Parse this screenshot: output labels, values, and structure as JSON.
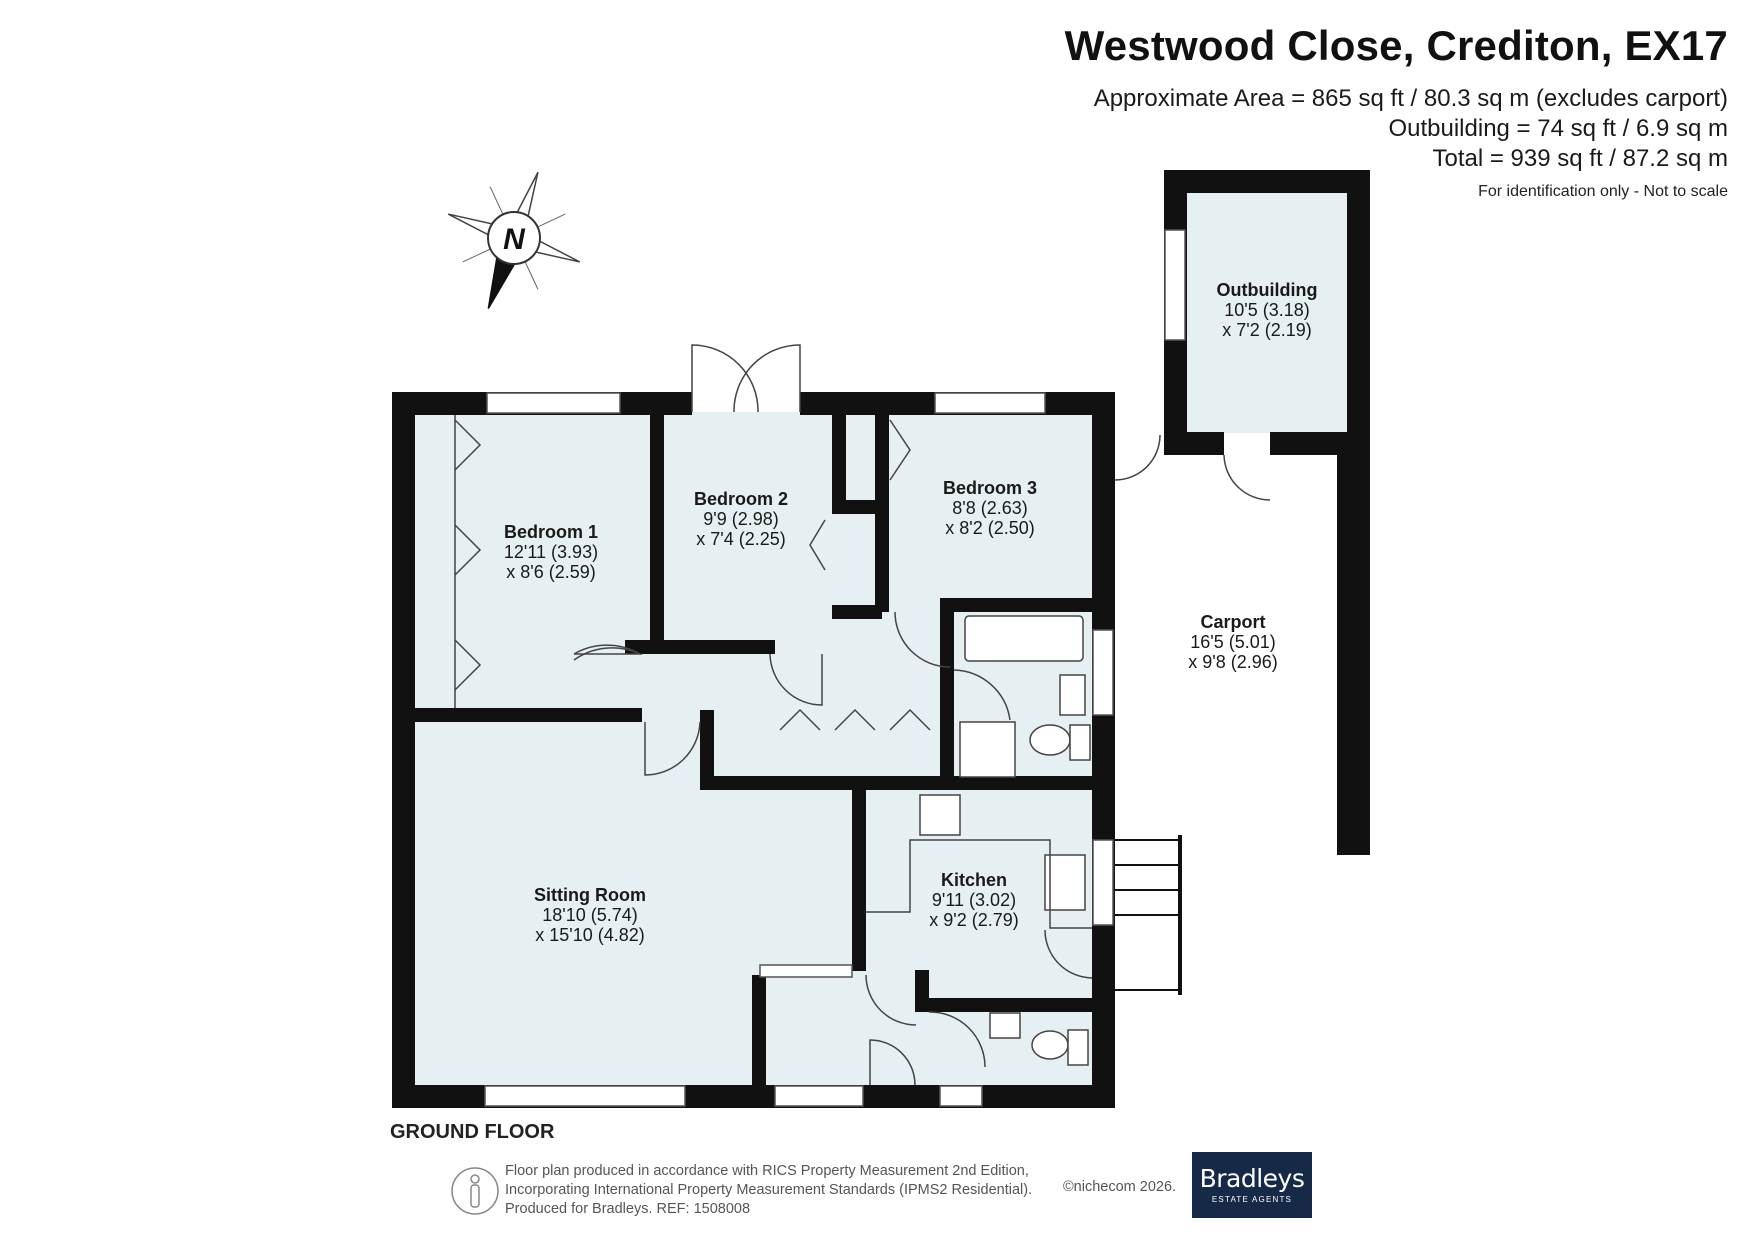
{
  "header": {
    "title": "Westwood Close, Crediton, EX17",
    "area_lines": [
      "Approximate Area = 865 sq ft / 80.3 sq m (excludes carport)",
      "Outbuilding = 74 sq ft / 6.9 sq m",
      "Total = 939 sq ft / 87.2 sq m"
    ],
    "disclaimer": "For identification only - Not to scale"
  },
  "compass": {
    "label": "N",
    "icon": "north-compass-icon"
  },
  "rooms": {
    "bedroom1": {
      "name": "Bedroom 1",
      "dim1": "12'11 (3.93)",
      "dim2": "x 8'6 (2.59)"
    },
    "bedroom2": {
      "name": "Bedroom 2",
      "dim1": "9'9 (2.98)",
      "dim2": "x 7'4 (2.25)"
    },
    "bedroom3": {
      "name": "Bedroom 3",
      "dim1": "8'8 (2.63)",
      "dim2": "x 8'2 (2.50)"
    },
    "sitting": {
      "name": "Sitting Room",
      "dim1": "18'10 (5.74)",
      "dim2": "x 15'10 (4.82)"
    },
    "kitchen": {
      "name": "Kitchen",
      "dim1": "9'11 (3.02)",
      "dim2": "x 9'2 (2.79)"
    },
    "carport": {
      "name": "Carport",
      "dim1": "16'5 (5.01)",
      "dim2": "x 9'8 (2.96)"
    },
    "outbuilding": {
      "name": "Outbuilding",
      "dim1": "10'5 (3.18)",
      "dim2": "x 7'2 (2.19)"
    }
  },
  "floor_label": "GROUND FLOOR",
  "footer": {
    "lines": [
      "Floor plan produced in accordance with RICS Property Measurement 2nd Edition,",
      "Incorporating International Property Measurement Standards (IPMS2 Residential).",
      "Produced for Bradleys.   REF:  1508008"
    ],
    "copyright": "©nichecom 2026.",
    "logo_name": "Bradleys",
    "logo_sub": "ESTATE AGENTS"
  },
  "colors": {
    "room_fill": "#e6eff1",
    "wall": "#111111",
    "logo_bg": "#162a48"
  }
}
